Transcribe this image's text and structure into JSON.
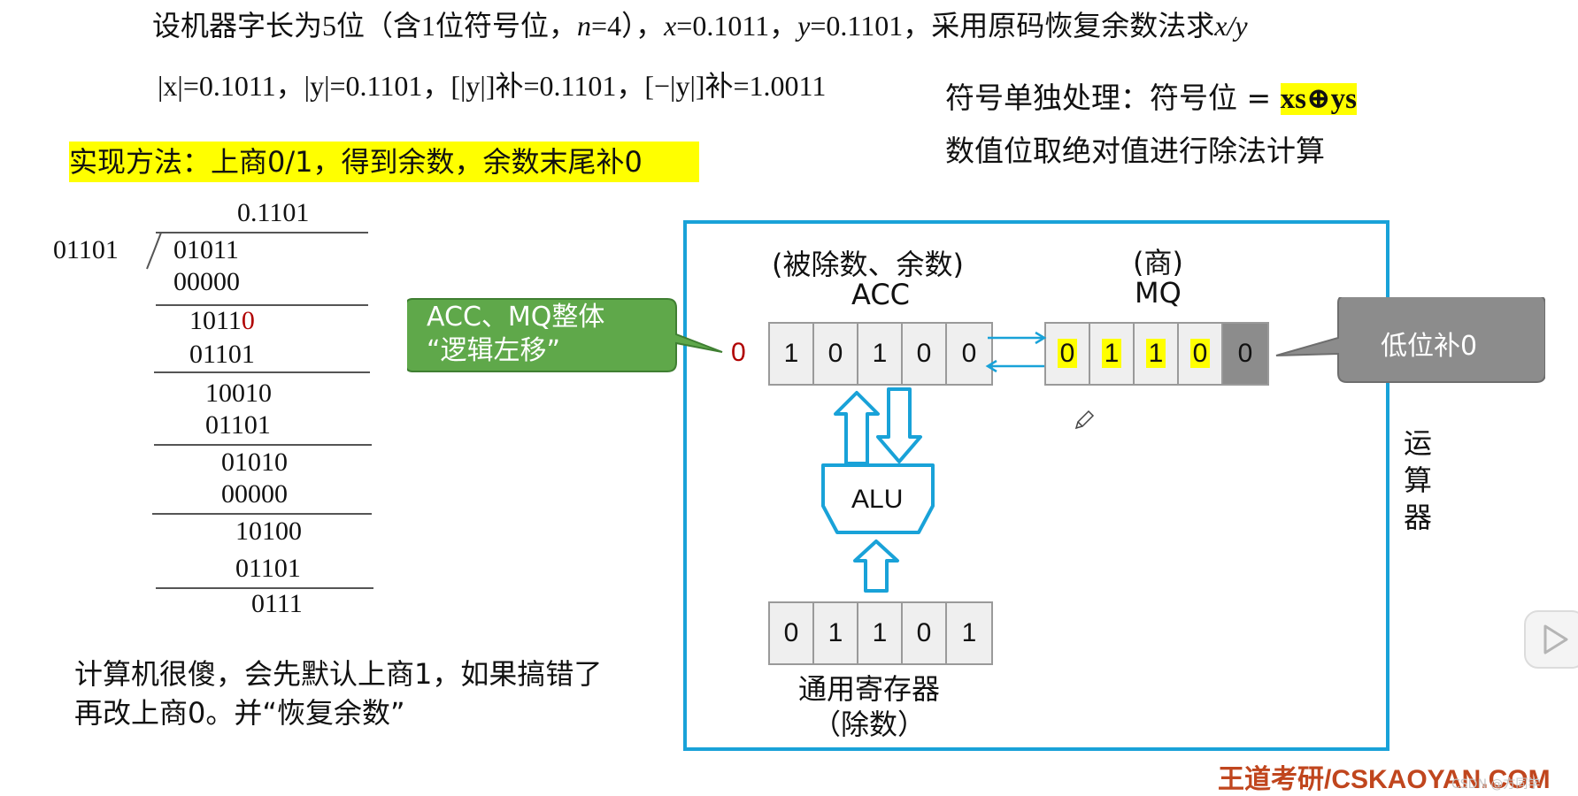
{
  "header": {
    "line1_pre": "设机器字长为5位（含1位符号位，",
    "line1_n": "n",
    "line1_mid1": "=4），",
    "line1_x": "x",
    "line1_mid2": "=0.1011，",
    "line1_y": "y",
    "line1_mid3": "=0.1101，采用原码恢复余数法求",
    "line1_xy": "x/y",
    "line2": "|x|=0.1011，|y|=0.1101，[|y|]补=0.1101，[−|y|]补=1.0011"
  },
  "sign_note": {
    "line1_pre": "符号单独处理：符号位 = ",
    "formula": "xs⊕ys",
    "line2": "数值位取绝对值进行除法计算"
  },
  "method": "实现方法：上商0/1，得到余数，余数末尾补0",
  "division": {
    "quotient": "0.1101",
    "divisor": "01101",
    "rows": [
      "01011",
      "00000",
      "1011",
      "0",
      "01101",
      "10010",
      "01101",
      "01010",
      "00000",
      "10100",
      "01101",
      "0111"
    ]
  },
  "note": "计算机很傻，会先默认上商1，如果搞错了再改上商0。并“恢复余数”",
  "calculator": {
    "acc_caption": "(被除数、余数)",
    "acc_name": "ACC",
    "mq_caption": "(商)",
    "mq_name": "MQ",
    "lead_bit": "0",
    "acc_bits": [
      "1",
      "0",
      "1",
      "0",
      "0"
    ],
    "mq_bits": [
      "0",
      "1",
      "1",
      "0",
      "0"
    ],
    "alu_label": "ALU",
    "gpr_bits": [
      "0",
      "1",
      "1",
      "0",
      "1"
    ],
    "gpr_caption": "通用寄存器",
    "gpr_sub": "（除数）",
    "side_label": "运算器",
    "callout_left": "ACC、MQ整体\n“逻辑左移”",
    "callout_right": "低位补0"
  },
  "colors": {
    "accent_blue": "#19a2d8",
    "highlight": "#ffff00",
    "callout_green": "#5fa84a",
    "callout_gray": "#8c8c8c",
    "red": "#b00000"
  },
  "watermark": "王道考研/CSKAOYAN.COM",
  "csdn_mark": "CSDN @方同学"
}
